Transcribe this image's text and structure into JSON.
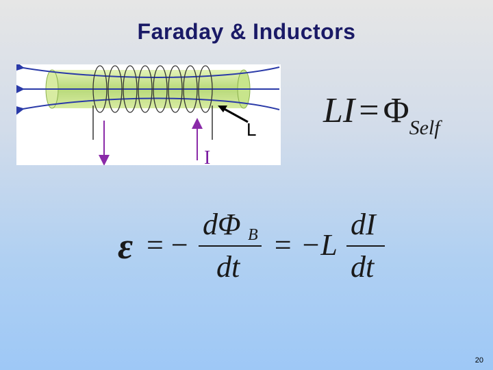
{
  "slide": {
    "title": "Faraday & Inductors",
    "page_number": "20"
  },
  "diagram": {
    "label_inductor": "L",
    "label_current": "I",
    "colors": {
      "field_lines": "#2a3aa8",
      "coil_core": "#c8e58c",
      "current_arrow": "#8a2aa8",
      "coil_wire": "#333333"
    }
  },
  "equations": {
    "self_flux": {
      "lhs": "LI",
      "equals": "=",
      "phi": "Φ",
      "subscript": "Self"
    },
    "emf": {
      "epsilon": "ε",
      "eq1": "= −",
      "num1": "dΦ",
      "num1_sub": "B",
      "den1": "dt",
      "eq2": "= −L",
      "num2": "dI",
      "den2": "dt"
    }
  }
}
